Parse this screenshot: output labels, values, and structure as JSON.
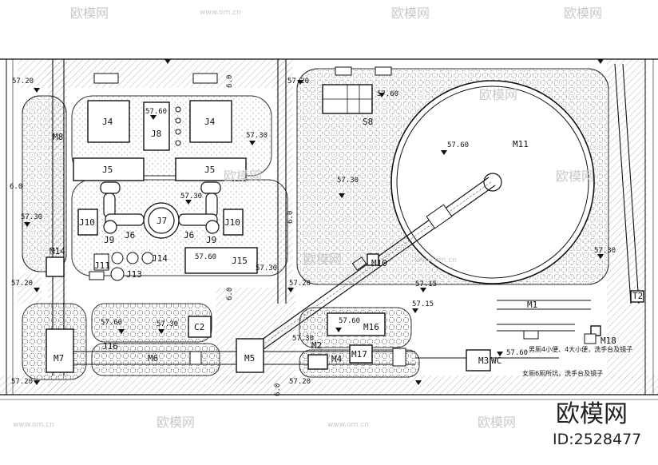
{
  "watermark": {
    "brand": "欧模网",
    "site": "www.om.cn",
    "id_text": "ID:2528477"
  },
  "elevations": {
    "e5720": "57.20",
    "e5730": "57.30",
    "e5760": "57.60",
    "e5715": "57.15"
  },
  "dimensions": {
    "d60": "6.0"
  },
  "buildings": {
    "J4": "J4",
    "J5": "J5",
    "J6": "J6",
    "J7": "J7",
    "J8": "J8",
    "J9": "J9",
    "J10": "J10",
    "J11": "J11",
    "J13": "J13",
    "J14": "J14",
    "J15": "J15",
    "J16": "J16",
    "M1": "M1",
    "M2": "M2",
    "M3": "M3",
    "M4": "M4",
    "M5": "M5",
    "M6": "M6",
    "M7": "M7",
    "M8": "M8",
    "M10": "M10",
    "M11": "M11",
    "M14": "M14",
    "M16": "M16",
    "M17": "M17",
    "M18": "M18",
    "S8": "S8",
    "C2": "C2",
    "T2": "T2",
    "WC": "WC"
  },
  "notes": {
    "note1": "男厕4小便、4大小便，洗手台及镜子",
    "note2": "女厕6厕所坑，洗手台及镜子"
  }
}
